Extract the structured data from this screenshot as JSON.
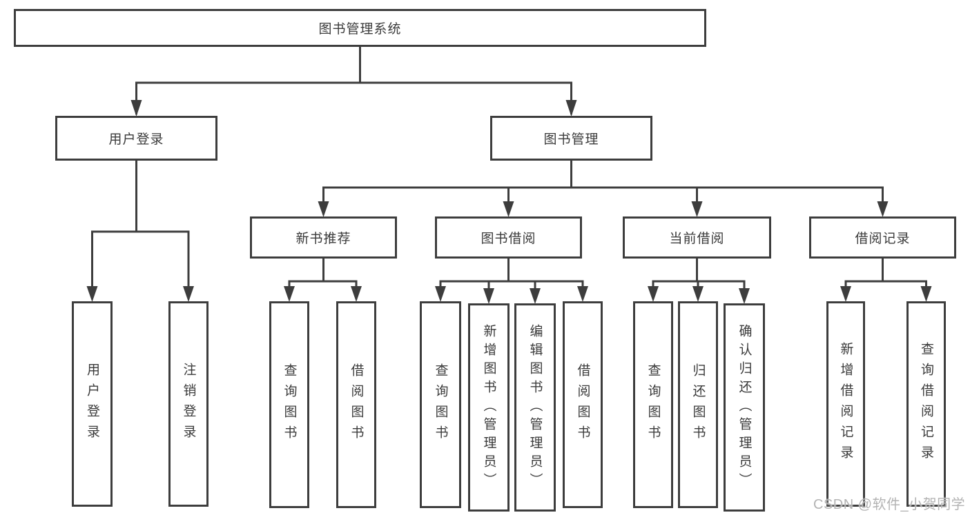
{
  "diagram_title": "图书管理系统",
  "watermark": "CSDN @软件_小贺同学",
  "colors": {
    "line": "#3d3d3d",
    "text": "#3a3a3a",
    "box_background": "#ffffff",
    "watermark": "#b3b3b3"
  },
  "nodes": {
    "root": {
      "label": "图书管理系统"
    },
    "login": {
      "label": "用户登录"
    },
    "mgmt": {
      "label": "图书管理"
    },
    "recommend": {
      "label": "新书推荐"
    },
    "borrow": {
      "label": "图书借阅"
    },
    "current": {
      "label": "当前借阅"
    },
    "records": {
      "label": "借阅记录"
    }
  },
  "leaves": {
    "login": [
      "用户登录",
      "注销登录"
    ],
    "recommend": [
      "查询图书",
      "借阅图书"
    ],
    "borrow": [
      "查询图书",
      "新增图书（管理员）",
      "编辑图书（管理员）",
      "借阅图书"
    ],
    "current": [
      "查询图书",
      "归还图书",
      "确认归还（管理员）"
    ],
    "records": [
      "新增借阅记录",
      "查询借阅记录"
    ]
  },
  "hierarchy": {
    "root_children": [
      "用户登录",
      "图书管理"
    ],
    "mgmt_children": [
      "新书推荐",
      "图书借阅",
      "当前借阅",
      "借阅记录"
    ]
  }
}
